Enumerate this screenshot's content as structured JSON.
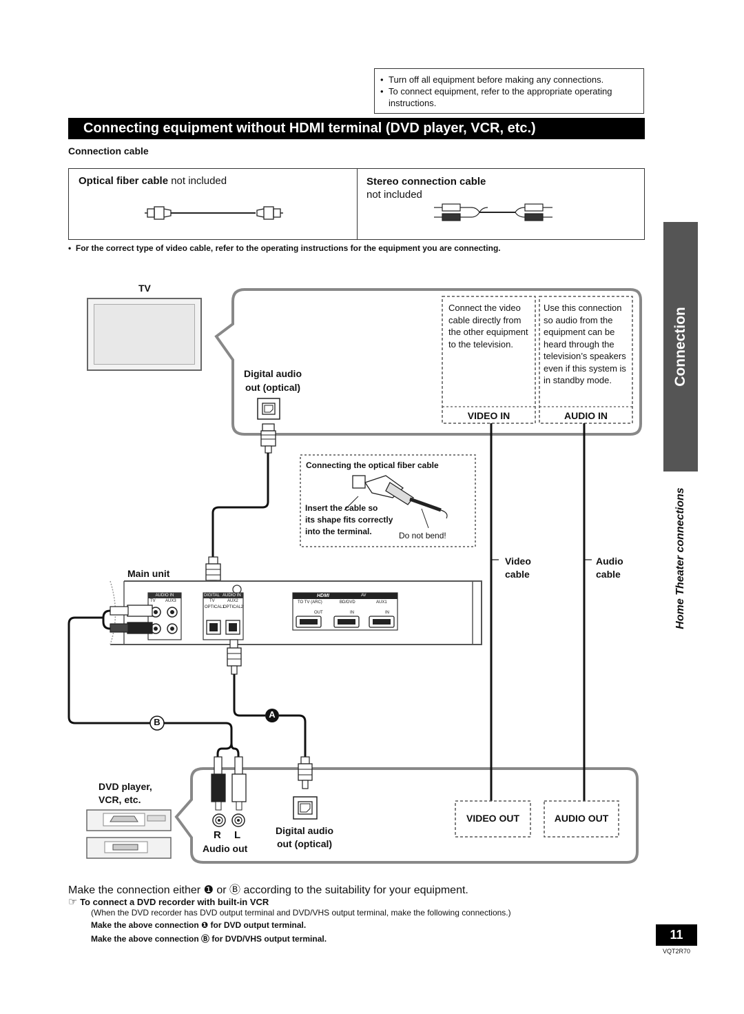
{
  "notes": [
    "Turn off all equipment before making any connections.",
    "To connect equipment, refer to the appropriate operating instructions."
  ],
  "title": "Connecting equipment without HDMI terminal (DVD player, VCR, etc.)",
  "connection_cable_heading": "Connection cable",
  "cables": {
    "optical_bold": "Optical fiber cable",
    "optical_rest": "not included",
    "stereo_bold": "Stereo connection cable",
    "stereo_rest": "not included"
  },
  "video_cable_note": "For the correct type of video cable, refer to the operating instructions for the equipment you are connecting.",
  "diagram": {
    "tv_label": "TV",
    "tv_digital_audio_line1": "Digital audio",
    "tv_digital_audio_line2": "out (optical)",
    "video_note": "Connect the video cable directly from the other equipment to the television.",
    "audio_note": "Use this connection so audio from the equipment can be heard through the television’s speakers even if this system is in standby mode.",
    "video_in": "VIDEO IN",
    "audio_in": "AUDIO IN",
    "optical_box_title": "Connecting the optical fiber cable",
    "optical_box_instr1": "Insert the cable so",
    "optical_box_instr2": "its shape fits correctly",
    "optical_box_instr3": "into the terminal.",
    "do_not_bend": "Do not bend!",
    "video_cable_1": "Video",
    "video_cable_2": "cable",
    "audio_cable_1": "Audio",
    "audio_cable_2": "cable",
    "main_unit": "Main unit",
    "panel": {
      "audio_in": "AUDIO IN",
      "tv": "TV",
      "aux3": "AUX3",
      "digital": "DIGITAL",
      "digital_audio_in": "AUDIO IN",
      "aux2": "AUX2",
      "optical1": "OPTICAL1",
      "optical2": "OPTICAL2",
      "hdmi": "HDMI",
      "av": "AV",
      "to_tv_arc": "TO TV (ARC)",
      "bd_dvd": "BD/DVD",
      "aux1": "AUX1",
      "out": "OUT",
      "in1": "IN",
      "in2": "IN"
    },
    "marker_a": "A",
    "marker_b": "B",
    "dvd_player_1": "DVD player,",
    "dvd_player_2": "VCR, etc.",
    "r": "R",
    "l": "L",
    "audio_out": "Audio out",
    "dvd_digital_audio_line1": "Digital audio",
    "dvd_digital_audio_line2": "out (optical)",
    "video_out": "VIDEO OUT",
    "audio_out_caps": "AUDIO OUT"
  },
  "make_connection_text": "Make the connection either ❶ or Ⓑ according to the suitability for your equipment.",
  "dvd_recorder_heading": "To connect a DVD recorder with built-in VCR",
  "dvd_recorder_note": "(When the DVD recorder has DVD output terminal and DVD/VHS output terminal, make the following connections.)",
  "make_a": "Make the above connection ❶ for DVD output terminal.",
  "make_b": "Make the above connection Ⓑ for DVD/VHS output terminal.",
  "side_tab": "Connection",
  "side_sub": "Home Theater connections",
  "page_number": "11",
  "doc_code": "VQT2R70"
}
